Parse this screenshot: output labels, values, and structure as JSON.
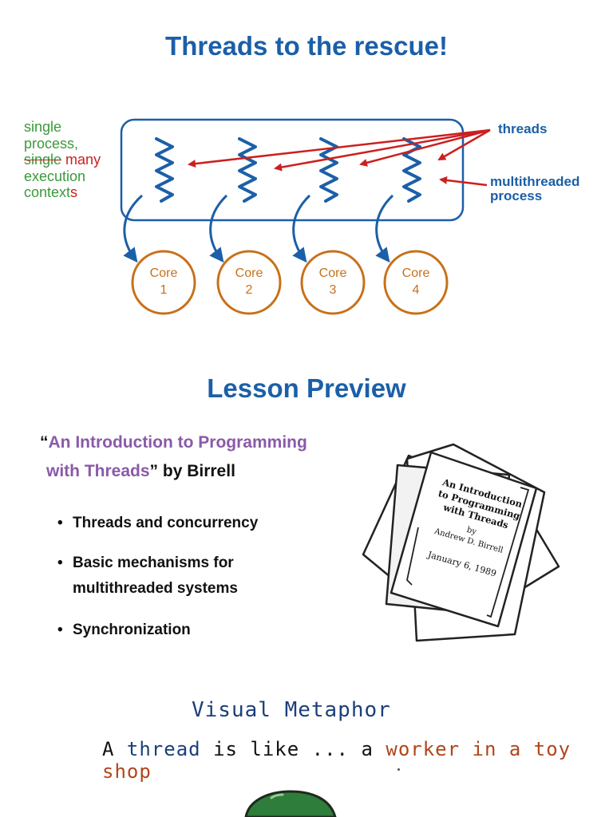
{
  "slide1": {
    "title": "Threads to the rescue!",
    "context_note": {
      "line1": "single",
      "line2": "process,",
      "line3_struck": "single",
      "line3_replacement": "many",
      "line4": "execution",
      "line5_stem": "context",
      "line5_suffix": "s"
    },
    "threads_label": "threads",
    "process_label_line1": "multithreaded",
    "process_label_line2": "process",
    "cores": [
      {
        "line1": "Core",
        "line2": "1"
      },
      {
        "line1": "Core",
        "line2": "2"
      },
      {
        "line1": "Core",
        "line2": "3"
      },
      {
        "line1": "Core",
        "line2": "4"
      }
    ]
  },
  "slide2": {
    "title": "Lesson Preview",
    "quote": {
      "open_mark": "“",
      "title_line1": "An Introduction to Programming",
      "title_line2": "with Threads",
      "close_mark": "”",
      "byline": " by Birrell"
    },
    "bullets": [
      {
        "line1": "Threads and concurrency",
        "line2": ""
      },
      {
        "line1": "Basic mechanisms for",
        "line2": "multithreaded systems"
      },
      {
        "line1": "Synchronization",
        "line2": ""
      }
    ],
    "paper": {
      "title_line1": "An Introduction",
      "title_line2": "to Programming",
      "title_line3": "with Threads",
      "by": "by",
      "author": "Andrew D. Birrell",
      "date": "January 6, 1989"
    }
  },
  "slide3": {
    "heading": "Visual Metaphor",
    "sentence": {
      "w1": "A",
      "w2": "thread",
      "w3": "is like ...",
      "w4": "a",
      "w5": "worker in a toy shop"
    }
  },
  "colors": {
    "blue": "#1b5fa8",
    "red": "#cc1f1f",
    "green": "#3a9a3a",
    "orange": "#c8701a",
    "purple": "#8a5aa8",
    "brown": "#b0461a",
    "mascot_green": "#2e7d3a"
  }
}
